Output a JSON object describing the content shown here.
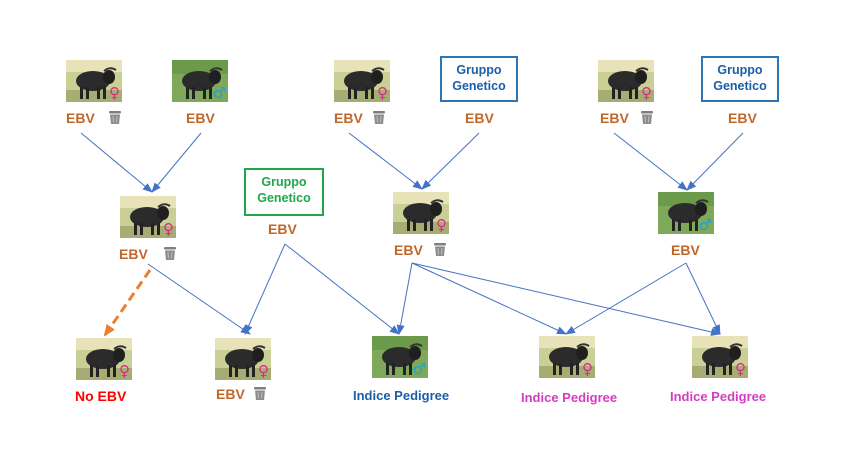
{
  "labels": {
    "ebv": "EBV",
    "no_ebv": "No EBV",
    "indice_pedigree": "Indice Pedigree",
    "gruppo_genetico": "Gruppo Genetico"
  },
  "symbols": {
    "female": "♀",
    "male": "♂"
  },
  "colors": {
    "ebv": "#c0672b",
    "no_ebv": "#ff0000",
    "index_blue": "#1b5fa8",
    "index_pink": "#d63cc0",
    "group_blue": "#2e75b6",
    "group_green": "#1ea84a",
    "arrow": "#4472c4",
    "dashed_arrow": "#ed7d31"
  },
  "icons": {
    "bin": "trash-bin-icon",
    "female": "female-symbol",
    "male": "male-symbol"
  }
}
